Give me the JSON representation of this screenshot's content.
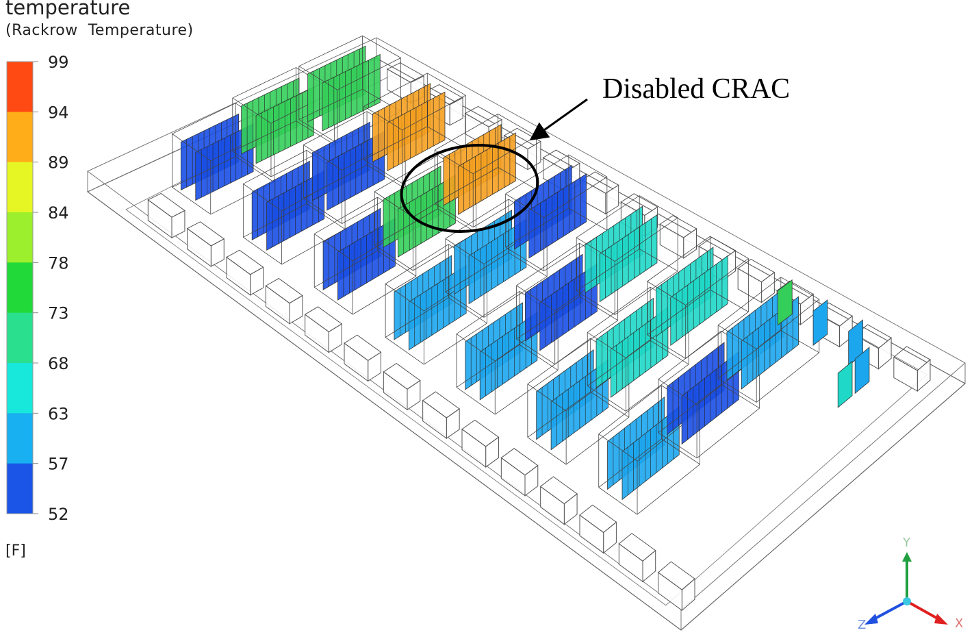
{
  "legend": {
    "title": "temperature",
    "subtitle": "(Rackrow  Temperature)",
    "unit": "[F]",
    "ticks": [
      "99",
      "94",
      "89",
      "84",
      "78",
      "73",
      "68",
      "63",
      "57",
      "52"
    ],
    "band_colors": [
      "#ff4a14",
      "#ffae1a",
      "#e6f524",
      "#9cef2c",
      "#22d93a",
      "#2ae08e",
      "#18e8dc",
      "#18b0f0",
      "#1a55e8"
    ]
  },
  "annotation": {
    "label": "Disabled CRAC"
  },
  "axes": {
    "x": "X",
    "y": "Y",
    "z": "Z",
    "x_color": "#e02020",
    "y_color": "#20a040",
    "z_color": "#2050e0"
  },
  "room": {
    "row_colors": {
      "cold": "#1a4fe6",
      "cool": "#1ca6ee",
      "teal": "#1fd8c8",
      "green": "#34cf5a",
      "hot": "#f5a020"
    }
  }
}
